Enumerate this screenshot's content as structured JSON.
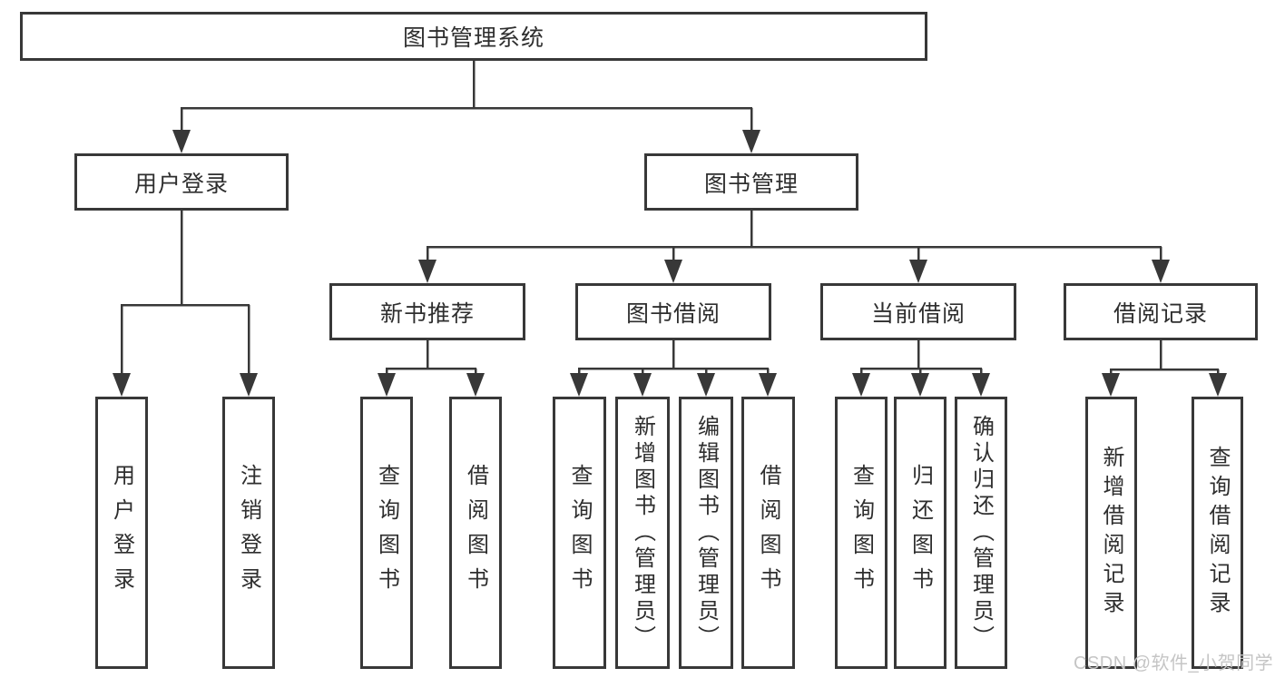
{
  "diagram": {
    "title": "图书管理系统",
    "level2": [
      {
        "label": "用户登录",
        "children": [
          "用户登录",
          "注销登录"
        ]
      },
      {
        "label": "图书管理",
        "children": [
          {
            "label": "新书推荐",
            "children": [
              "查询图书",
              "借阅图书"
            ]
          },
          {
            "label": "图书借阅",
            "children": [
              "查询图书",
              "新增图书（管理员）",
              "编辑图书（管理员）",
              "借阅图书"
            ]
          },
          {
            "label": "当前借阅",
            "children": [
              "查询图书",
              "归还图书",
              "确认归还（管理员）"
            ]
          },
          {
            "label": "借阅记录",
            "children": [
              "新增借阅记录",
              "查询借阅记录"
            ]
          }
        ]
      }
    ]
  },
  "watermark": {
    "text": "CSDN @软件_小贺同学"
  },
  "colors": {
    "background": "#ffffff",
    "line": "#383838",
    "box_border": "#383838",
    "text": "#2e2e2e",
    "watermark": "#c5c5c5"
  }
}
